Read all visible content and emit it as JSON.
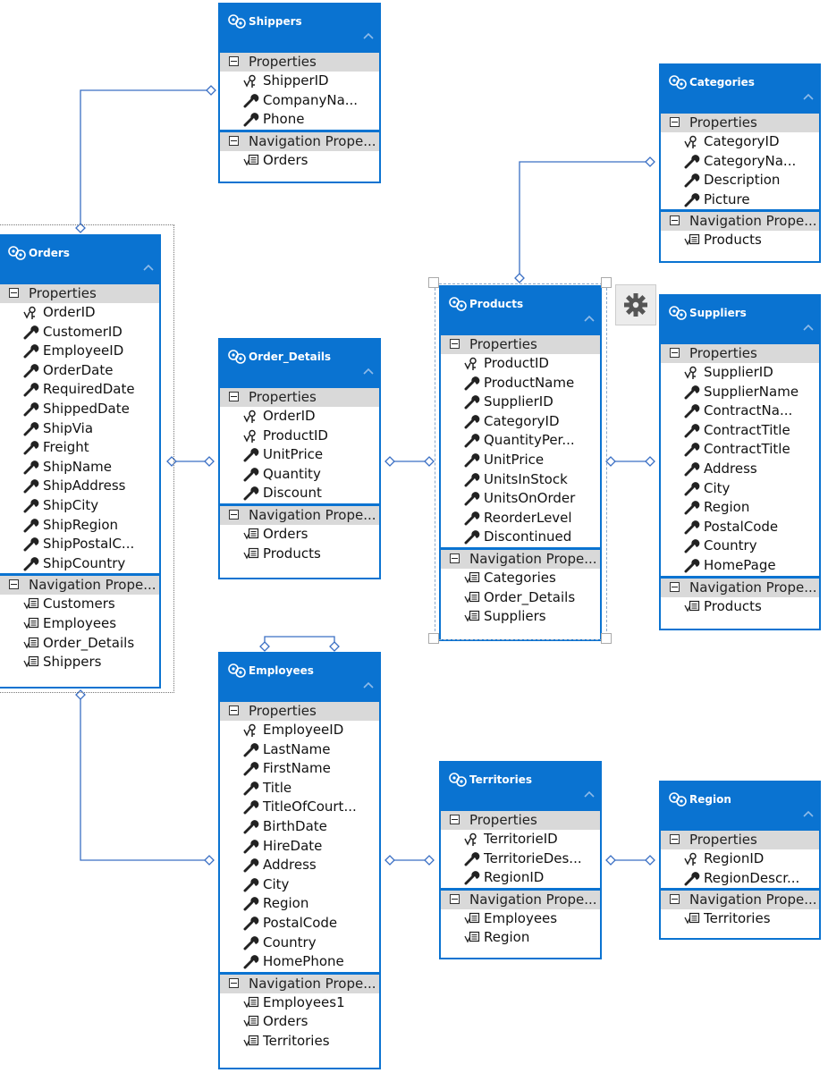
{
  "section_labels": {
    "properties": "Properties",
    "navigation": "Navigation Prope..."
  },
  "colors": {
    "accent": "#0a73d1",
    "section_bg": "#d9d9d9",
    "connector": "#3a6fc4"
  },
  "entities": {
    "shippers": {
      "title": "Shippers",
      "properties": [
        {
          "label": "ShipperID",
          "key": true
        },
        {
          "label": "CompanyNa...",
          "key": false
        },
        {
          "label": "Phone",
          "key": false
        }
      ],
      "navigation": [
        "Orders"
      ]
    },
    "categories": {
      "title": "Categories",
      "properties": [
        {
          "label": "CategoryID",
          "key": true
        },
        {
          "label": "CategoryNa...",
          "key": false
        },
        {
          "label": "Description",
          "key": false
        },
        {
          "label": "Picture",
          "key": false
        }
      ],
      "navigation": [
        "Products"
      ]
    },
    "orders": {
      "title": "Orders",
      "properties": [
        {
          "label": "OrderID",
          "key": true
        },
        {
          "label": "CustomerID",
          "key": false
        },
        {
          "label": "EmployeeID",
          "key": false
        },
        {
          "label": "OrderDate",
          "key": false
        },
        {
          "label": "RequiredDate",
          "key": false
        },
        {
          "label": "ShippedDate",
          "key": false
        },
        {
          "label": "ShipVia",
          "key": false
        },
        {
          "label": "Freight",
          "key": false
        },
        {
          "label": "ShipName",
          "key": false
        },
        {
          "label": "ShipAddress",
          "key": false
        },
        {
          "label": "ShipCity",
          "key": false
        },
        {
          "label": "ShipRegion",
          "key": false
        },
        {
          "label": "ShipPostalC...",
          "key": false
        },
        {
          "label": "ShipCountry",
          "key": false
        }
      ],
      "navigation": [
        "Customers",
        "Employees",
        "Order_Details",
        "Shippers"
      ]
    },
    "order_details": {
      "title": "Order_Details",
      "properties": [
        {
          "label": "OrderID",
          "key": true
        },
        {
          "label": "ProductID",
          "key": true
        },
        {
          "label": "UnitPrice",
          "key": false
        },
        {
          "label": "Quantity",
          "key": false
        },
        {
          "label": "Discount",
          "key": false
        }
      ],
      "navigation": [
        "Orders",
        "Products"
      ]
    },
    "products": {
      "title": "Products",
      "properties": [
        {
          "label": "ProductID",
          "key": true
        },
        {
          "label": "ProductName",
          "key": false
        },
        {
          "label": "SupplierID",
          "key": false
        },
        {
          "label": "CategoryID",
          "key": false
        },
        {
          "label": "QuantityPer...",
          "key": false
        },
        {
          "label": "UnitPrice",
          "key": false
        },
        {
          "label": "UnitsInStock",
          "key": false
        },
        {
          "label": "UnitsOnOrder",
          "key": false
        },
        {
          "label": "ReorderLevel",
          "key": false
        },
        {
          "label": "Discontinued",
          "key": false
        }
      ],
      "navigation": [
        "Categories",
        "Order_Details",
        "Suppliers"
      ]
    },
    "suppliers": {
      "title": "Suppliers",
      "properties": [
        {
          "label": "SupplierID",
          "key": true
        },
        {
          "label": "SupplierName",
          "key": false
        },
        {
          "label": "ContractNa...",
          "key": false
        },
        {
          "label": "ContractTitle",
          "key": false
        },
        {
          "label": "ContractTitle",
          "key": false
        },
        {
          "label": "Address",
          "key": false
        },
        {
          "label": "City",
          "key": false
        },
        {
          "label": "Region",
          "key": false
        },
        {
          "label": "PostalCode",
          "key": false
        },
        {
          "label": "Country",
          "key": false
        },
        {
          "label": "HomePage",
          "key": false
        }
      ],
      "navigation": [
        "Products"
      ]
    },
    "employees": {
      "title": "Employees",
      "properties": [
        {
          "label": "EmployeeID",
          "key": true
        },
        {
          "label": "LastName",
          "key": false
        },
        {
          "label": "FirstName",
          "key": false
        },
        {
          "label": "Title",
          "key": false
        },
        {
          "label": "TitleOfCourt...",
          "key": false
        },
        {
          "label": "BirthDate",
          "key": false
        },
        {
          "label": "HireDate",
          "key": false
        },
        {
          "label": "Address",
          "key": false
        },
        {
          "label": "City",
          "key": false
        },
        {
          "label": "Region",
          "key": false
        },
        {
          "label": "PostalCode",
          "key": false
        },
        {
          "label": "Country",
          "key": false
        },
        {
          "label": "HomePhone",
          "key": false
        }
      ],
      "navigation": [
        "Employees1",
        "Orders",
        "Territories"
      ]
    },
    "territories": {
      "title": "Territories",
      "properties": [
        {
          "label": "TerritorieID",
          "key": true
        },
        {
          "label": "TerritorieDes...",
          "key": false
        },
        {
          "label": "RegionID",
          "key": false
        }
      ],
      "navigation": [
        "Employees",
        "Region"
      ]
    },
    "region": {
      "title": "Region",
      "properties": [
        {
          "label": "RegionID",
          "key": true
        },
        {
          "label": "RegionDescr...",
          "key": false
        }
      ],
      "navigation": [
        "Territories"
      ]
    }
  }
}
